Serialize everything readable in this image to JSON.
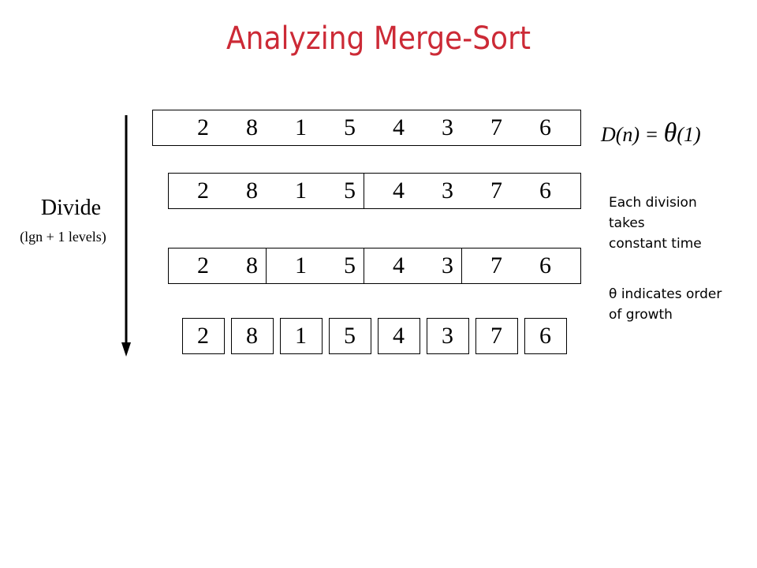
{
  "title": "Analyzing Merge-Sort",
  "equation": {
    "lhs": "D(n) = ",
    "theta": "θ",
    "rhs": "(1)"
  },
  "divide": {
    "label": "Divide",
    "sublabel": "(lgn + 1 levels)"
  },
  "notes": {
    "lines": [
      "Each division",
      "takes",
      "constant time"
    ],
    "theta": "θ",
    "theta_lines": [
      "indicates order",
      "of growth"
    ]
  },
  "levels": [
    [
      [
        "2",
        "8",
        "1",
        "5",
        "4",
        "3",
        "7",
        "6"
      ]
    ],
    [
      [
        "2",
        "8",
        "1",
        "5"
      ],
      [
        "4",
        "3",
        "7",
        "6"
      ]
    ],
    [
      [
        "2",
        "8"
      ],
      [
        "1",
        "5"
      ],
      [
        "4",
        "3"
      ],
      [
        "7",
        "6"
      ]
    ],
    [
      [
        "2"
      ],
      [
        "8"
      ],
      [
        "1"
      ],
      [
        "5"
      ],
      [
        "4"
      ],
      [
        "3"
      ],
      [
        "7"
      ],
      [
        "6"
      ]
    ]
  ]
}
